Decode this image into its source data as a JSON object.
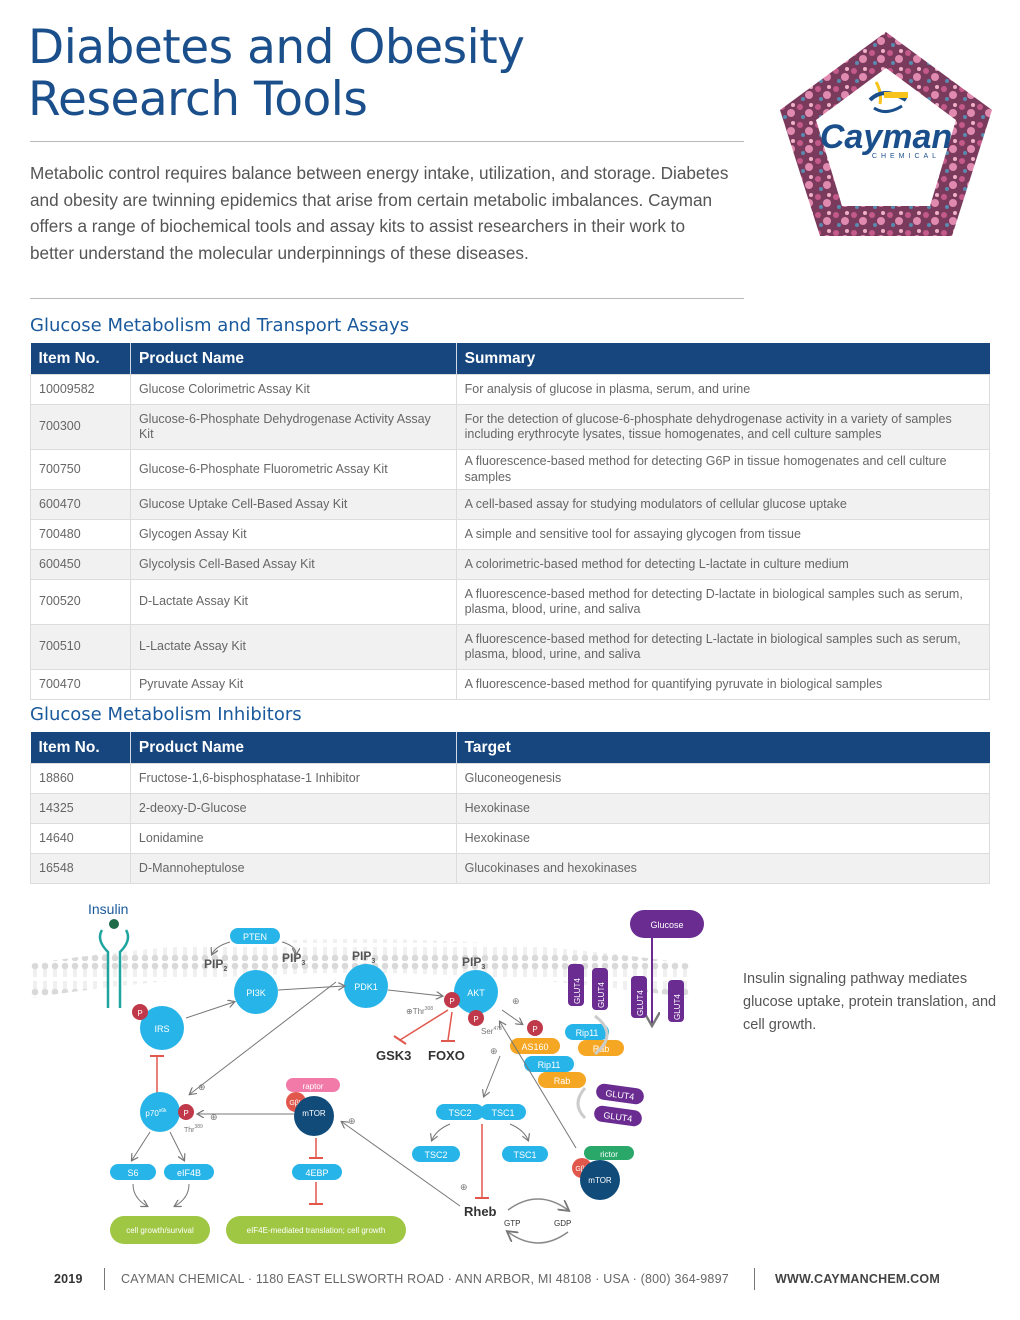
{
  "header": {
    "title_line1": "Diabetes and Obesity",
    "title_line2": "Research Tools",
    "intro": "Metabolic control requires balance between energy intake, utilization, and storage. Diabetes and obesity are twinning epidemics that arise from certain metabolic imbalances. Cayman offers a range of biochemical tools and assay kits to assist researchers in their work to better understand the molecular underpinnings of these diseases."
  },
  "logo": {
    "name": "Cayman",
    "sub": "CHEMICAL"
  },
  "assays": {
    "heading": "Glucose Metabolism and Transport Assays",
    "columns": [
      "Item No.",
      "Product Name",
      "Summary"
    ],
    "rows": [
      [
        "10009582",
        "Glucose Colorimetric Assay Kit",
        "For analysis of glucose in plasma, serum, and urine"
      ],
      [
        "700300",
        "Glucose-6-Phosphate Dehydrogenase Activity Assay Kit",
        "For the detection of glucose-6-phosphate dehydrogenase activity in a variety of samples including erythrocyte lysates, tissue homogenates, and cell culture samples"
      ],
      [
        "700750",
        "Glucose-6-Phosphate Fluorometric Assay Kit",
        "A fluorescence-based method for detecting G6P in tissue homogenates and cell culture samples"
      ],
      [
        "600470",
        "Glucose Uptake Cell-Based Assay Kit",
        "A cell-based assay for studying modulators of cellular glucose uptake"
      ],
      [
        "700480",
        "Glycogen Assay Kit",
        "A simple and sensitive tool for assaying glycogen from tissue"
      ],
      [
        "600450",
        "Glycolysis Cell-Based Assay Kit",
        "A colorimetric-based method for detecting L-lactate in culture medium"
      ],
      [
        "700520",
        "D-Lactate Assay Kit",
        "A fluorescence-based method for detecting D-lactate in biological samples such as serum, plasma, blood, urine, and saliva"
      ],
      [
        "700510",
        "L-Lactate Assay Kit",
        "A fluorescence-based method for detecting L-lactate in biological samples such as serum, plasma, blood, urine, and saliva"
      ],
      [
        "700470",
        "Pyruvate Assay Kit",
        "A fluorescence-based method for quantifying pyruvate in biological samples"
      ]
    ]
  },
  "inhibitors": {
    "heading": "Glucose Metabolism Inhibitors",
    "columns": [
      "Item No.",
      "Product Name",
      "Target"
    ],
    "rows": [
      [
        "18860",
        "Fructose-1,6-bisphosphatase-1 Inhibitor",
        "Gluconeogenesis"
      ],
      [
        "14325",
        "2-deoxy-D-Glucose",
        "Hexokinase"
      ],
      [
        "14640",
        "Lonidamine",
        "Hexokinase"
      ],
      [
        "16548",
        "D-Mannoheptulose",
        "Glucokinases and hexokinases"
      ]
    ]
  },
  "diagram": {
    "insulin": "Insulin",
    "glucose": "Glucose",
    "pten": "PTEN",
    "pip2": "PIP",
    "pip2_sub": "2",
    "pip3": "PIP",
    "pip3_sub": "3",
    "pi3k": "PI3K",
    "pdk1": "PDK1",
    "akt": "AKT",
    "p": "P",
    "thr308": "Thr",
    "thr308_sup": "308",
    "ser473": "Ser",
    "ser473_sup": "473",
    "irs": "IRS",
    "gsk3": "GSK3",
    "foxo": "FOXO",
    "as160": "AS160",
    "rip11": "Rip11",
    "rab": "Rab",
    "glut4": "GLUT4",
    "raptor": "raptor",
    "gbl": "GβL",
    "mtor": "mTOR",
    "p70": "p70",
    "p70_sup": "s6k",
    "thr389": "Thr",
    "thr389_sup": "389",
    "s6": "S6",
    "eif4b": "eIF4B",
    "ebp4": "4EBP",
    "tsc2": "TSC2",
    "tsc1": "TSC1",
    "rictor": "rictor",
    "rheb": "Rheb",
    "gtp": "GTP",
    "gdp": "GDP",
    "plus": "⊕",
    "growth_survival": "cell growth/survival",
    "translation": "eIF4E-mediated translation; cell growth"
  },
  "caption": "Insulin signaling pathway mediates glucose uptake, protein translation, and cell growth.",
  "footer": {
    "year": "2019",
    "address": "CAYMAN CHEMICAL · 1180 EAST ELLSWORTH ROAD · ANN ARBOR, MI 48108 · USA · (800) 364-9897",
    "website": "WWW.CAYMANCHEM.COM"
  },
  "colors": {
    "navy": "#16467d",
    "title_blue": "#1a4f8b",
    "cyan": "#27b4e8",
    "purple": "#6b2c91",
    "orange": "#f5a623",
    "green": "#9fc744",
    "pink": "#f27aa8",
    "dark_blue": "#114b7a",
    "red": "#e2574c"
  }
}
